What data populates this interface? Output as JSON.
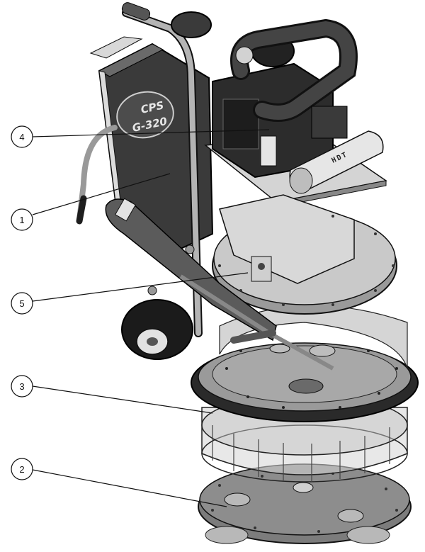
{
  "diagram": {
    "brand_text": "CPS",
    "model_text": "G-320",
    "engine_text": "HDT",
    "callouts": [
      {
        "label": "4"
      },
      {
        "label": "1"
      },
      {
        "label": "5"
      },
      {
        "label": "3"
      },
      {
        "label": "2"
      }
    ]
  }
}
